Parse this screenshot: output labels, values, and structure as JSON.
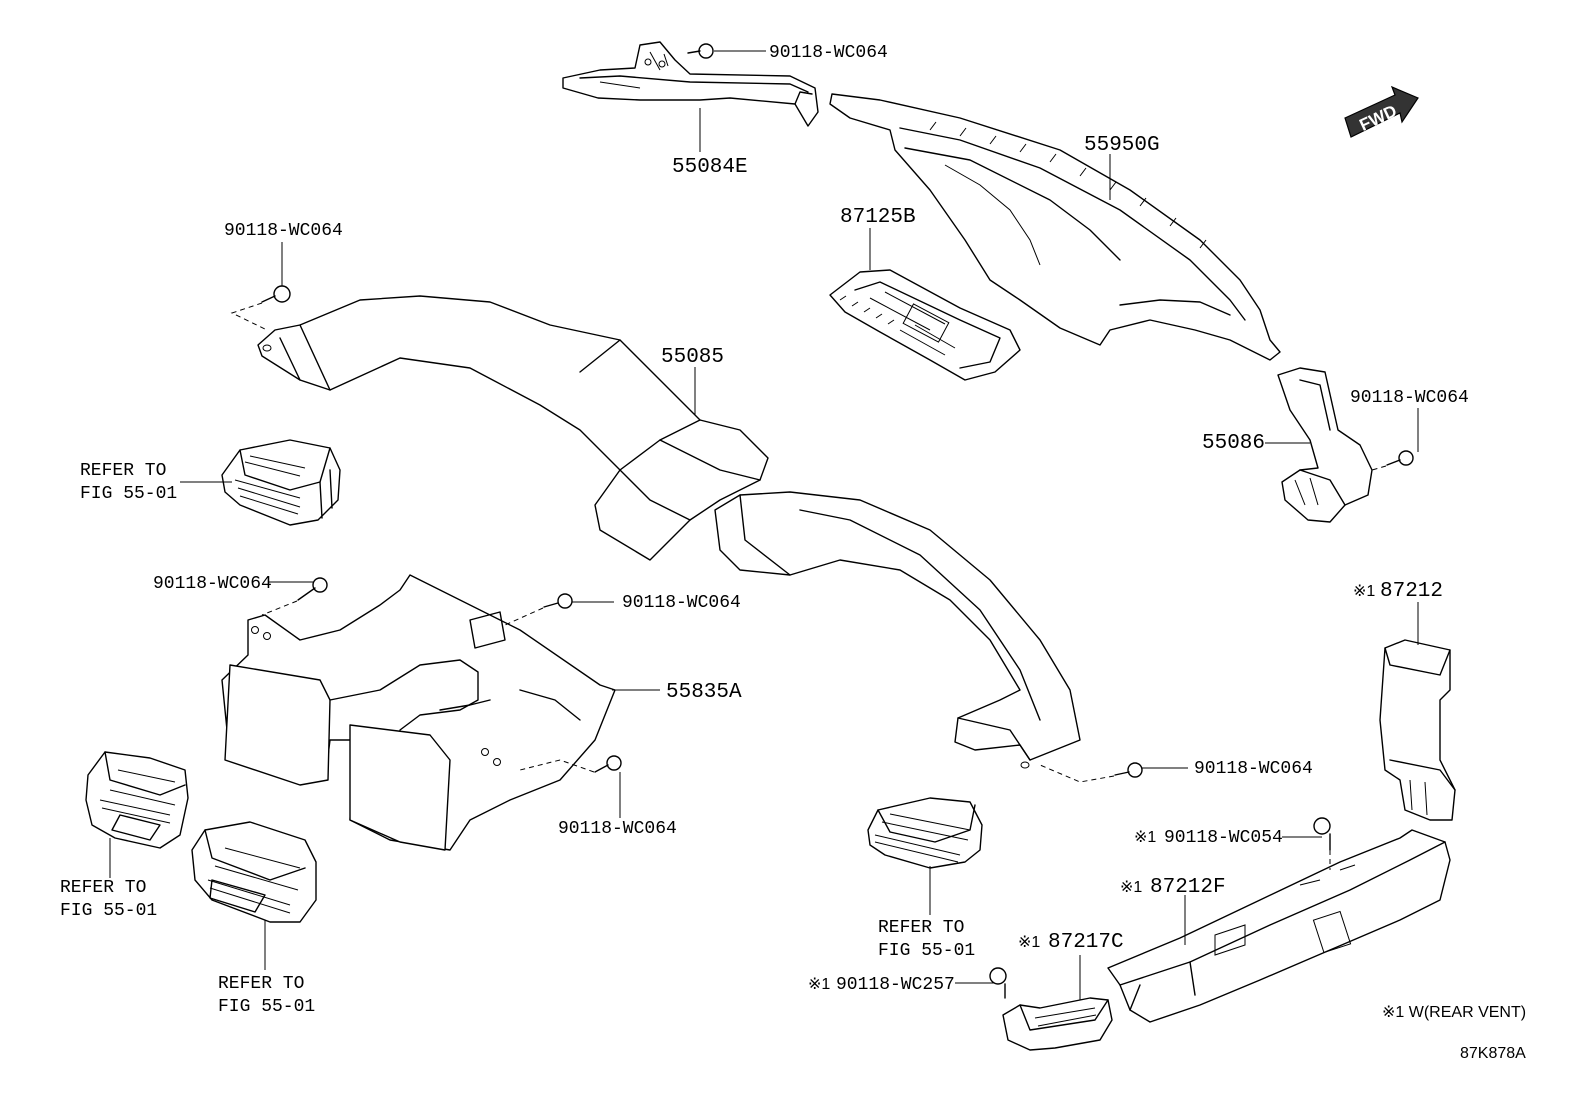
{
  "parts": {
    "p55084E": "55084E",
    "p55950G": "55950G",
    "p87125B": "87125B",
    "p55085": "55085",
    "p55086": "55086",
    "p55835A": "55835A",
    "p87212": "87212",
    "p87212F": "87212F",
    "p87217C": "87217C"
  },
  "fasteners": {
    "f_top": "90118-WC064",
    "f_left_upper": "90118-WC064",
    "f_right_upper": "90118-WC064",
    "f_left_mid": "90118-WC064",
    "f_center_mid": "90118-WC064",
    "f_center_lower": "90118-WC064",
    "f_right_mid": "90118-WC064",
    "f_wc054": "90118-WC054",
    "f_wc257": "90118-WC257"
  },
  "refs": {
    "line1": "REFER TO",
    "line2": "FIG 55-01"
  },
  "marks": {
    "ref_mark": "※1",
    "footnote": "※1 W(REAR VENT)",
    "code": "87K878A",
    "fwd": "FWD"
  }
}
